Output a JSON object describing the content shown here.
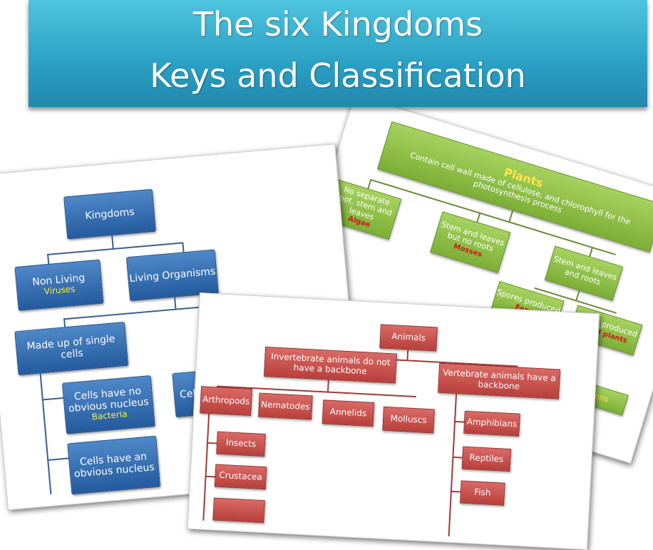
{
  "banner": {
    "line1": "The six Kingdoms",
    "line2": "Keys and Classification"
  },
  "kingdoms_sheet": {
    "root": "Kingdoms",
    "non_living": "Non Living",
    "viruses": "Viruses",
    "living": "Living Organisms",
    "single_cells": "Made up of single cells",
    "no_nucleus": "Cells have no obvious nucleus",
    "bacteria": "Bacteria",
    "have_partial": "Cells hav",
    "have_nucleus": "Cells have an obvious nucleus"
  },
  "plants_sheet": {
    "title": "Plants",
    "desc": "Contain cell wall made of cellulose, and chlorophyll for the photosynthesis process",
    "no_roots": "No separate root, stem and leaves",
    "algae": "Algae",
    "stem_no_roots": "Stem and leaves but no roots",
    "mosses": "Mosses",
    "stem_roots": "Stem and leaves and roots",
    "spores": "Spores produced",
    "ferns": "Ferns",
    "seeds": "Seeds produced",
    "seed_plants": "Seed plants",
    "partial_ons": "ons"
  },
  "animals_sheet": {
    "root": "Animals",
    "invertebrate": "Invertebrate animals do not have a backbone",
    "vertebrate": "Vertebrate animals have a backbone",
    "arthropods": "Arthropods",
    "nematodes": "Nematodes",
    "annelids": "Annelids",
    "molluscs": "Molluscs",
    "insects": "Insects",
    "crustacea": "Crustacea",
    "amphibians": "Amphibians",
    "reptiles": "Reptiles",
    "fish": "Fish"
  }
}
